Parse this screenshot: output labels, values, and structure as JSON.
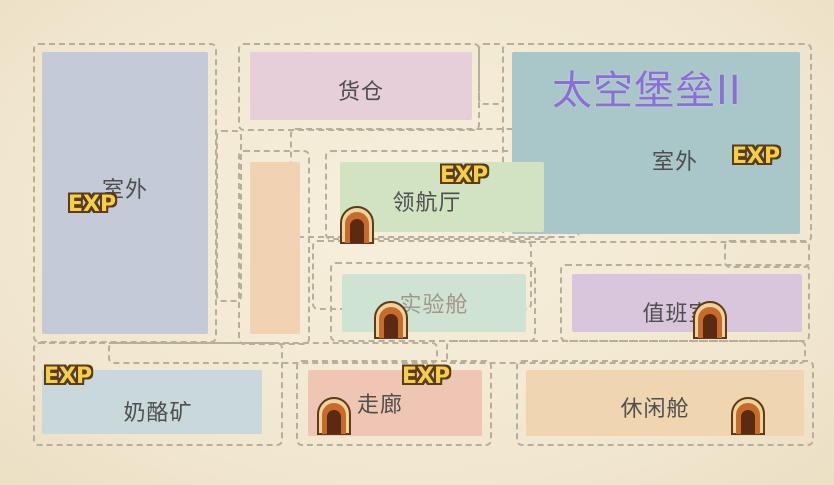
{
  "title": "太空堡垒II",
  "exp_label": "EXP",
  "colors": {
    "background": "#f3ead6",
    "corridor_border": "#b8ae9c",
    "title": "#8a70d6",
    "exp_fill": "#f6cf45",
    "exp_outline": "#5a3c1a",
    "door": "#c76a2a"
  },
  "rooms": {
    "outside_left": {
      "label": "室外",
      "color": "#c5cad8"
    },
    "warehouse": {
      "label": "货仓",
      "color": "#e7cfd9"
    },
    "outside_right": {
      "label": "室外",
      "color": "#a9c6c8"
    },
    "bridge": {
      "label": "领航厅",
      "color": "#d2e3c2"
    },
    "lab": {
      "label": "实验舱",
      "color": "#cfe3d3"
    },
    "duty_room": {
      "label": "值班室",
      "color": "#dac6dc"
    },
    "cheese_mine": {
      "label": "奶酪矿",
      "color": "#c9d8da"
    },
    "hallway": {
      "label": "走廊",
      "color": "#efc5b3"
    },
    "lounge": {
      "label": "休闲舱",
      "color": "#efd5b0"
    },
    "narrow_strip": {
      "label": "",
      "color": "#f1d3b4"
    }
  },
  "icons": [
    "door-icon",
    "exp-badge"
  ]
}
